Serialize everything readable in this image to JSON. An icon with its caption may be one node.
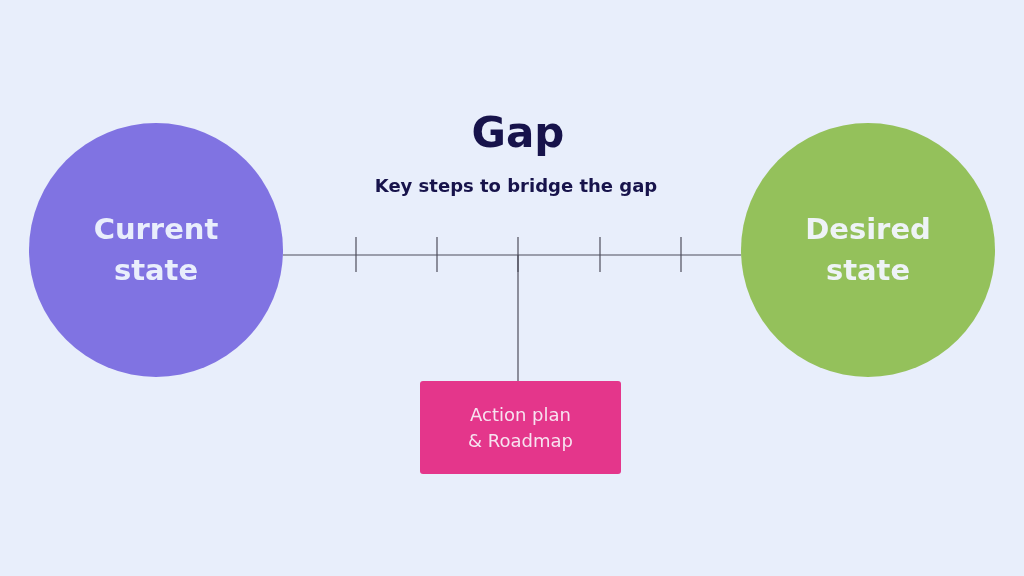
{
  "diagram": {
    "title": "Gap",
    "nodes": [
      {
        "text": [
          "Current state"
        ]
      },
      {
        "text": [
          "Desired state"
        ]
      },
      {
        "text": [
          "Action plan & Roadmap"
        ]
      }
    ],
    "edges": [
      {
        "from": 0,
        "to": 1,
        "arrow": "none"
      },
      {
        "from": null,
        "to": 2,
        "arrow": "none"
      }
    ],
    "labels": [
      "Key steps to bridge the gap"
    ]
  }
}
